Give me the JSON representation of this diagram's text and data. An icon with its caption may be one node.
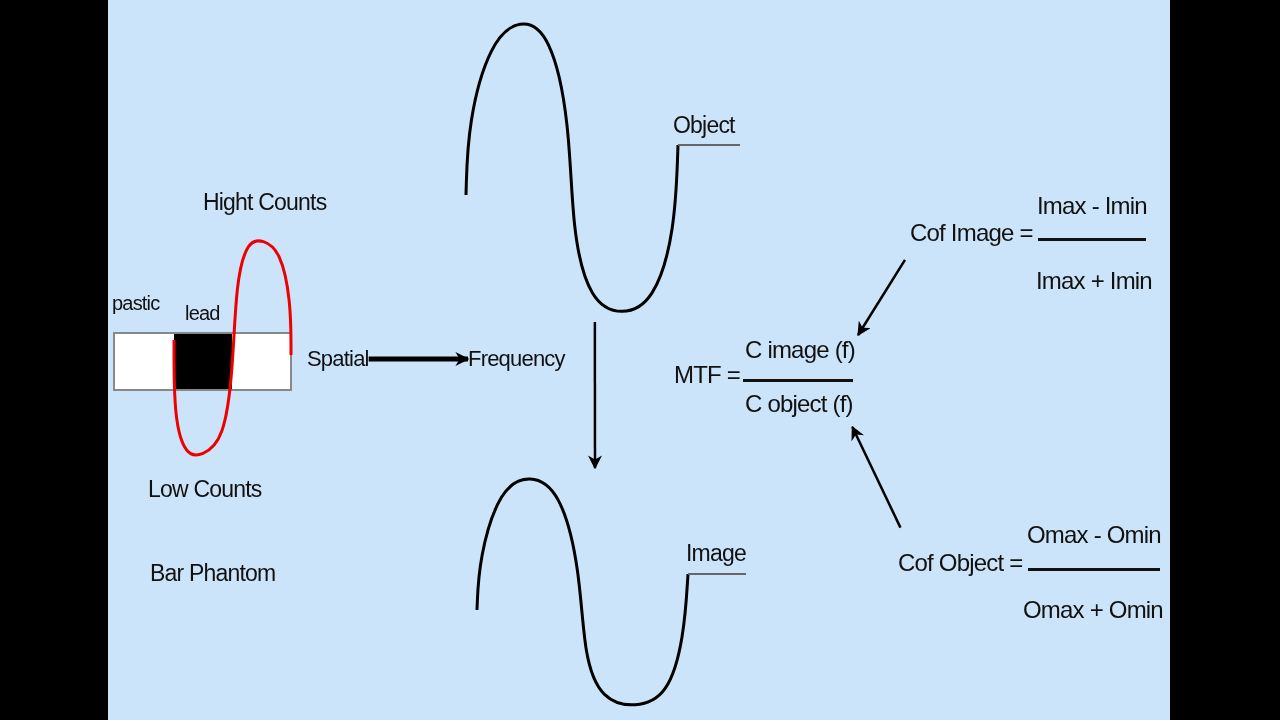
{
  "diagram": {
    "nodes": [
      {
        "text": [
          "Spatial"
        ]
      },
      {
        "text": [
          "Frequency"
        ]
      },
      {
        "text": [
          "Object"
        ]
      },
      {
        "text": [
          "Image"
        ]
      },
      {
        "text": [
          "MTF =",
          "C image (f)",
          "C object (f)"
        ]
      },
      {
        "text": [
          "Cof Image =",
          "Imax - Imin",
          "Imax + Imin"
        ]
      },
      {
        "text": [
          "Cof Object =",
          "Omax - Omin",
          "Omax + Omin"
        ]
      }
    ],
    "edges": [
      {
        "from": 0,
        "to": 1,
        "arrow": "to",
        "style": "thick"
      },
      {
        "from": 2,
        "to": 3,
        "arrow": "to"
      },
      {
        "from": 5,
        "to": 4,
        "arrow": "to"
      },
      {
        "from": 6,
        "to": 4,
        "arrow": "to"
      }
    ],
    "labels": [
      "Hight Counts",
      "pastic",
      "lead",
      "Low Counts",
      "Bar Phantom"
    ]
  }
}
